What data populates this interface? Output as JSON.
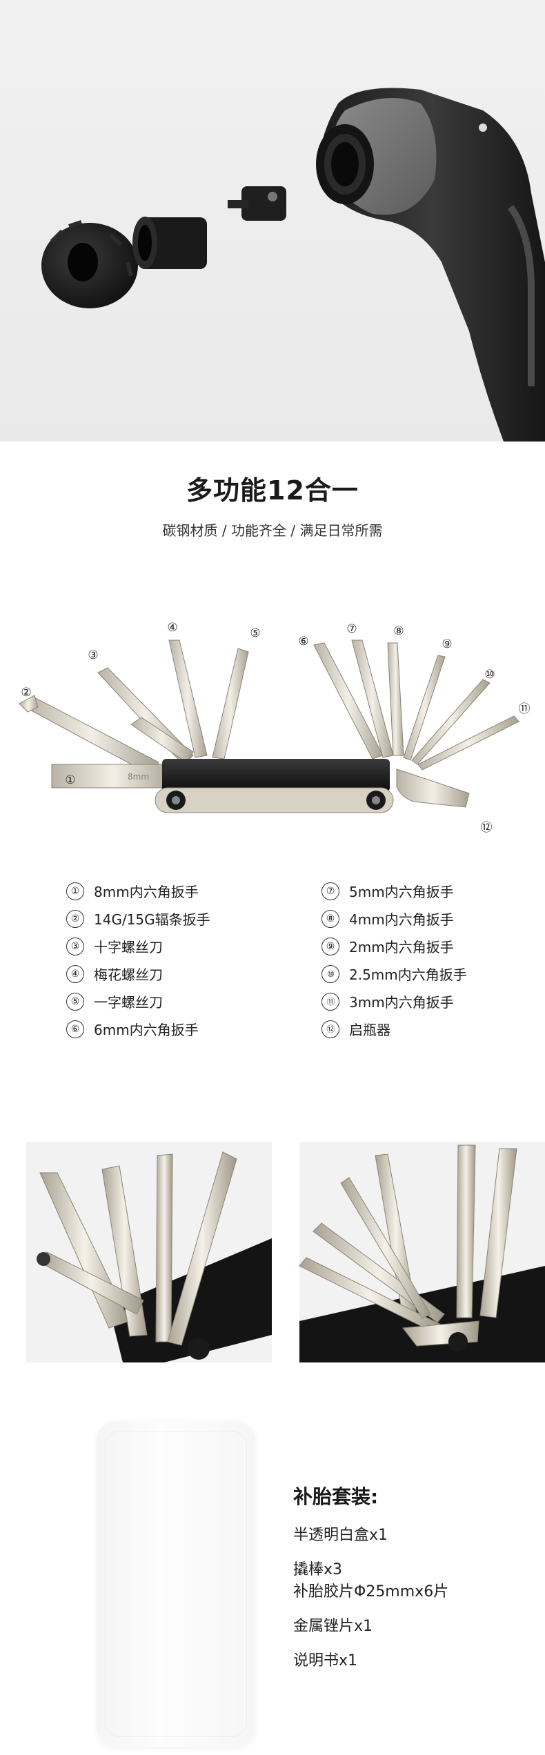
{
  "heading": {
    "title": "多功能12合一",
    "subtitle": "碳钢材质 / 功能齐全 / 满足日常所需"
  },
  "tool_markers": [
    "①",
    "②",
    "③",
    "④",
    "⑤",
    "⑥",
    "⑦",
    "⑧",
    "⑨",
    "⑩",
    "⑪",
    "⑫"
  ],
  "tool_engraving": "8mm",
  "functions": [
    {
      "num": "①",
      "label": "8mm内六角扳手"
    },
    {
      "num": "⑦",
      "label": "5mm内六角扳手"
    },
    {
      "num": "②",
      "label": "14G/15G辐条扳手"
    },
    {
      "num": "⑧",
      "label": "4mm内六角扳手"
    },
    {
      "num": "③",
      "label": "十字螺丝刀"
    },
    {
      "num": "⑨",
      "label": "2mm内六角扳手"
    },
    {
      "num": "④",
      "label": "梅花螺丝刀"
    },
    {
      "num": "⑩",
      "label": "2.5mm内六角扳手"
    },
    {
      "num": "⑤",
      "label": "一字螺丝刀"
    },
    {
      "num": "⑪",
      "label": "3mm内六角扳手"
    },
    {
      "num": "⑥",
      "label": "6mm内六角扳手"
    },
    {
      "num": "⑫",
      "label": "启瓶器"
    }
  ],
  "kit": {
    "title": "补胎套装:",
    "lines": [
      "半透明白盒x1",
      "撬棒x3",
      "补胎胶片Φ25mmx6片",
      "金属锉片x1",
      "说明书x1"
    ]
  }
}
